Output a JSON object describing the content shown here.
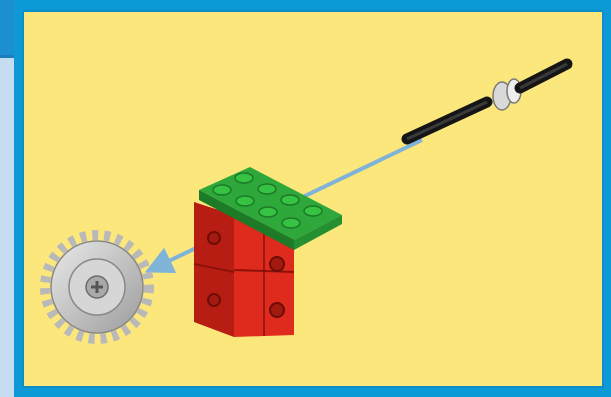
{
  "illustration": {
    "kind": "lego-assembly-step",
    "background_color": "#fbe77c",
    "frame_color": "#0d99d6",
    "arrow_color": "#7fb3d8",
    "parts": [
      {
        "name": "axle-with-bush",
        "color": "#1a1a1a"
      },
      {
        "name": "green-plate",
        "color": "#2ea83a"
      },
      {
        "name": "red-technic-bricks",
        "color": "#d8281e"
      },
      {
        "name": "grey-gear",
        "color": "#c9c9c9"
      }
    ]
  }
}
